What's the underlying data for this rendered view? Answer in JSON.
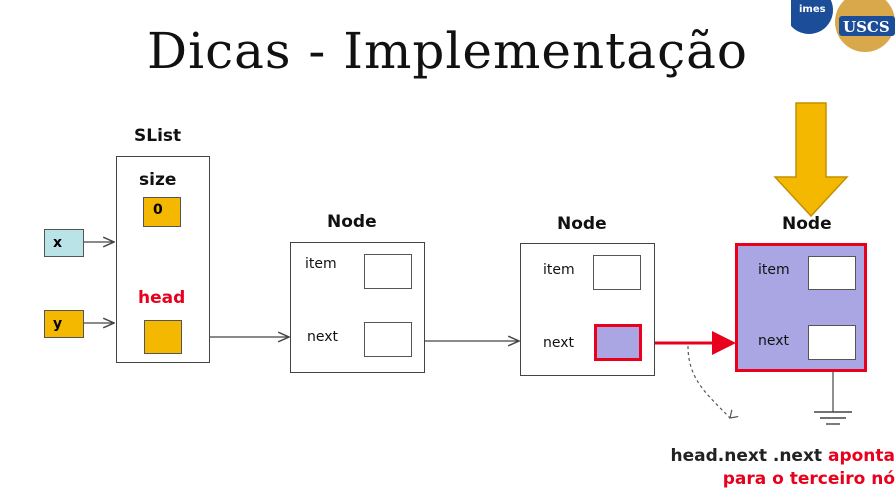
{
  "title": "Dicas  - Implementação",
  "logo": {
    "left_text": "imes",
    "right_text": "USCS"
  },
  "slist": {
    "label": "SList",
    "size_label": "size",
    "size_value": "0",
    "head_label": "head"
  },
  "vars": {
    "x": "x",
    "y": "y"
  },
  "nodes": [
    {
      "label": "Node",
      "item": "item",
      "next": "next"
    },
    {
      "label": "Node",
      "item": "item",
      "next": "next"
    },
    {
      "label": "Node",
      "item": "item",
      "next": "next"
    }
  ],
  "annotation": {
    "part1": "head.next .next ",
    "part2": "aponta",
    "line2": "para o terceiro nó"
  },
  "colors": {
    "gold": "#f5b800",
    "highlight_red": "#e8001c",
    "node_fill": "#a9a6e3",
    "var_x": "#b9e3e6"
  }
}
